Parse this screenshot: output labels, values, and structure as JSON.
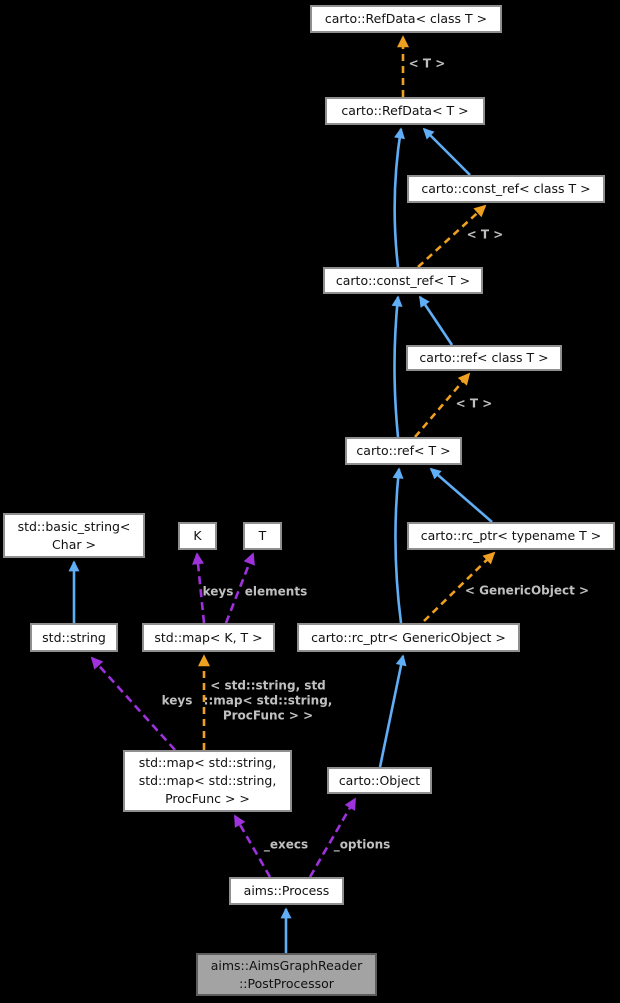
{
  "diagram": {
    "type": "class-collaboration-graph",
    "background": "#000000",
    "colors": {
      "inheritance_edge": "#60aef6",
      "template_edge": "#efa020",
      "usage_edge": "#9e32dc",
      "edge_label": "#c0c0c0",
      "node_fill": "#ffffff",
      "node_border": "#8f8f8f",
      "node_text": "#111111",
      "highlight_fill": "#a3a3a3",
      "highlight_border": "#5c5c5c"
    },
    "nodes": {
      "refdata_class_t": "carto::RefData< class T >",
      "refdata_t": "carto::RefData< T >",
      "const_ref_class_t": "carto::const_ref< class T >",
      "const_ref_t": "carto::const_ref< T >",
      "ref_class_t": "carto::ref< class T >",
      "ref_t": "carto::ref< T >",
      "rc_ptr_typename_t": "carto::rc_ptr< typename T >",
      "basic_string": "std::basic_string<\nChar >",
      "k": "K",
      "t": "T",
      "string": "std::string",
      "map_k_t": "std::map< K, T >",
      "rc_ptr_genericobject": "carto::rc_ptr< GenericObject >",
      "map_string_procfunc": "std::map< std::string,\nstd::map< std::string,\nProcFunc > >",
      "object": "carto::Object",
      "process": "aims::Process",
      "postprocessor": "aims::AimsGraphReader\n::PostProcessor"
    },
    "edge_labels": {
      "tpl_refdata": "< T >",
      "tpl_const_ref": "< T >",
      "tpl_ref": "< T >",
      "tpl_rc_ptr": "< GenericObject >",
      "tpl_map": "< std::string, std\n::map< std::string,\nProcFunc > >",
      "map_keys": "keys",
      "map_elements": "elements",
      "bigmap_keys": "keys",
      "process_execs": "_execs",
      "process_options": "_options"
    },
    "edges": [
      {
        "from": "std::string",
        "to": "std::basic_string< Char >",
        "type": "inheritance"
      },
      {
        "from": "carto::const_ref< T >",
        "to": "carto::RefData< T >",
        "type": "inheritance"
      },
      {
        "from": "carto::const_ref< class T >",
        "to": "carto::RefData< T >",
        "type": "inheritance"
      },
      {
        "from": "carto::RefData< T >",
        "to": "carto::RefData< class T >",
        "type": "template-instantiation",
        "label": "< T >"
      },
      {
        "from": "carto::const_ref< T >",
        "to": "carto::const_ref< class T >",
        "type": "template-instantiation",
        "label": "< T >"
      },
      {
        "from": "carto::ref< class T >",
        "to": "carto::const_ref< T >",
        "type": "inheritance"
      },
      {
        "from": "carto::ref< T >",
        "to": "carto::const_ref< T >",
        "type": "inheritance"
      },
      {
        "from": "carto::ref< T >",
        "to": "carto::ref< class T >",
        "type": "template-instantiation",
        "label": "< T >"
      },
      {
        "from": "carto::rc_ptr< typename T >",
        "to": "carto::ref< T >",
        "type": "inheritance"
      },
      {
        "from": "carto::rc_ptr< GenericObject >",
        "to": "carto::ref< T >",
        "type": "inheritance"
      },
      {
        "from": "carto::rc_ptr< GenericObject >",
        "to": "carto::rc_ptr< typename T >",
        "type": "template-instantiation",
        "label": "< GenericObject >"
      },
      {
        "from": "std::map< K, T >",
        "to": "K",
        "type": "usage",
        "label": "keys"
      },
      {
        "from": "std::map< K, T >",
        "to": "T",
        "type": "usage",
        "label": "elements"
      },
      {
        "from": "std::map< std::string, std::map< std::string, ProcFunc > >",
        "to": "std::string",
        "type": "usage",
        "label": "keys"
      },
      {
        "from": "std::map< std::string, std::map< std::string, ProcFunc > >",
        "to": "std::map< K, T >",
        "type": "template-instantiation",
        "label": "< std::string, std ::map< std::string, ProcFunc > >"
      },
      {
        "from": "carto::Object",
        "to": "carto::rc_ptr< GenericObject >",
        "type": "inheritance"
      },
      {
        "from": "aims::Process",
        "to": "std::map< std::string, std::map< std::string, ProcFunc > >",
        "type": "usage",
        "label": "_execs"
      },
      {
        "from": "aims::Process",
        "to": "carto::Object",
        "type": "usage",
        "label": "_options"
      },
      {
        "from": "aims::AimsGraphReader::PostProcessor",
        "to": "aims::Process",
        "type": "inheritance"
      }
    ]
  }
}
